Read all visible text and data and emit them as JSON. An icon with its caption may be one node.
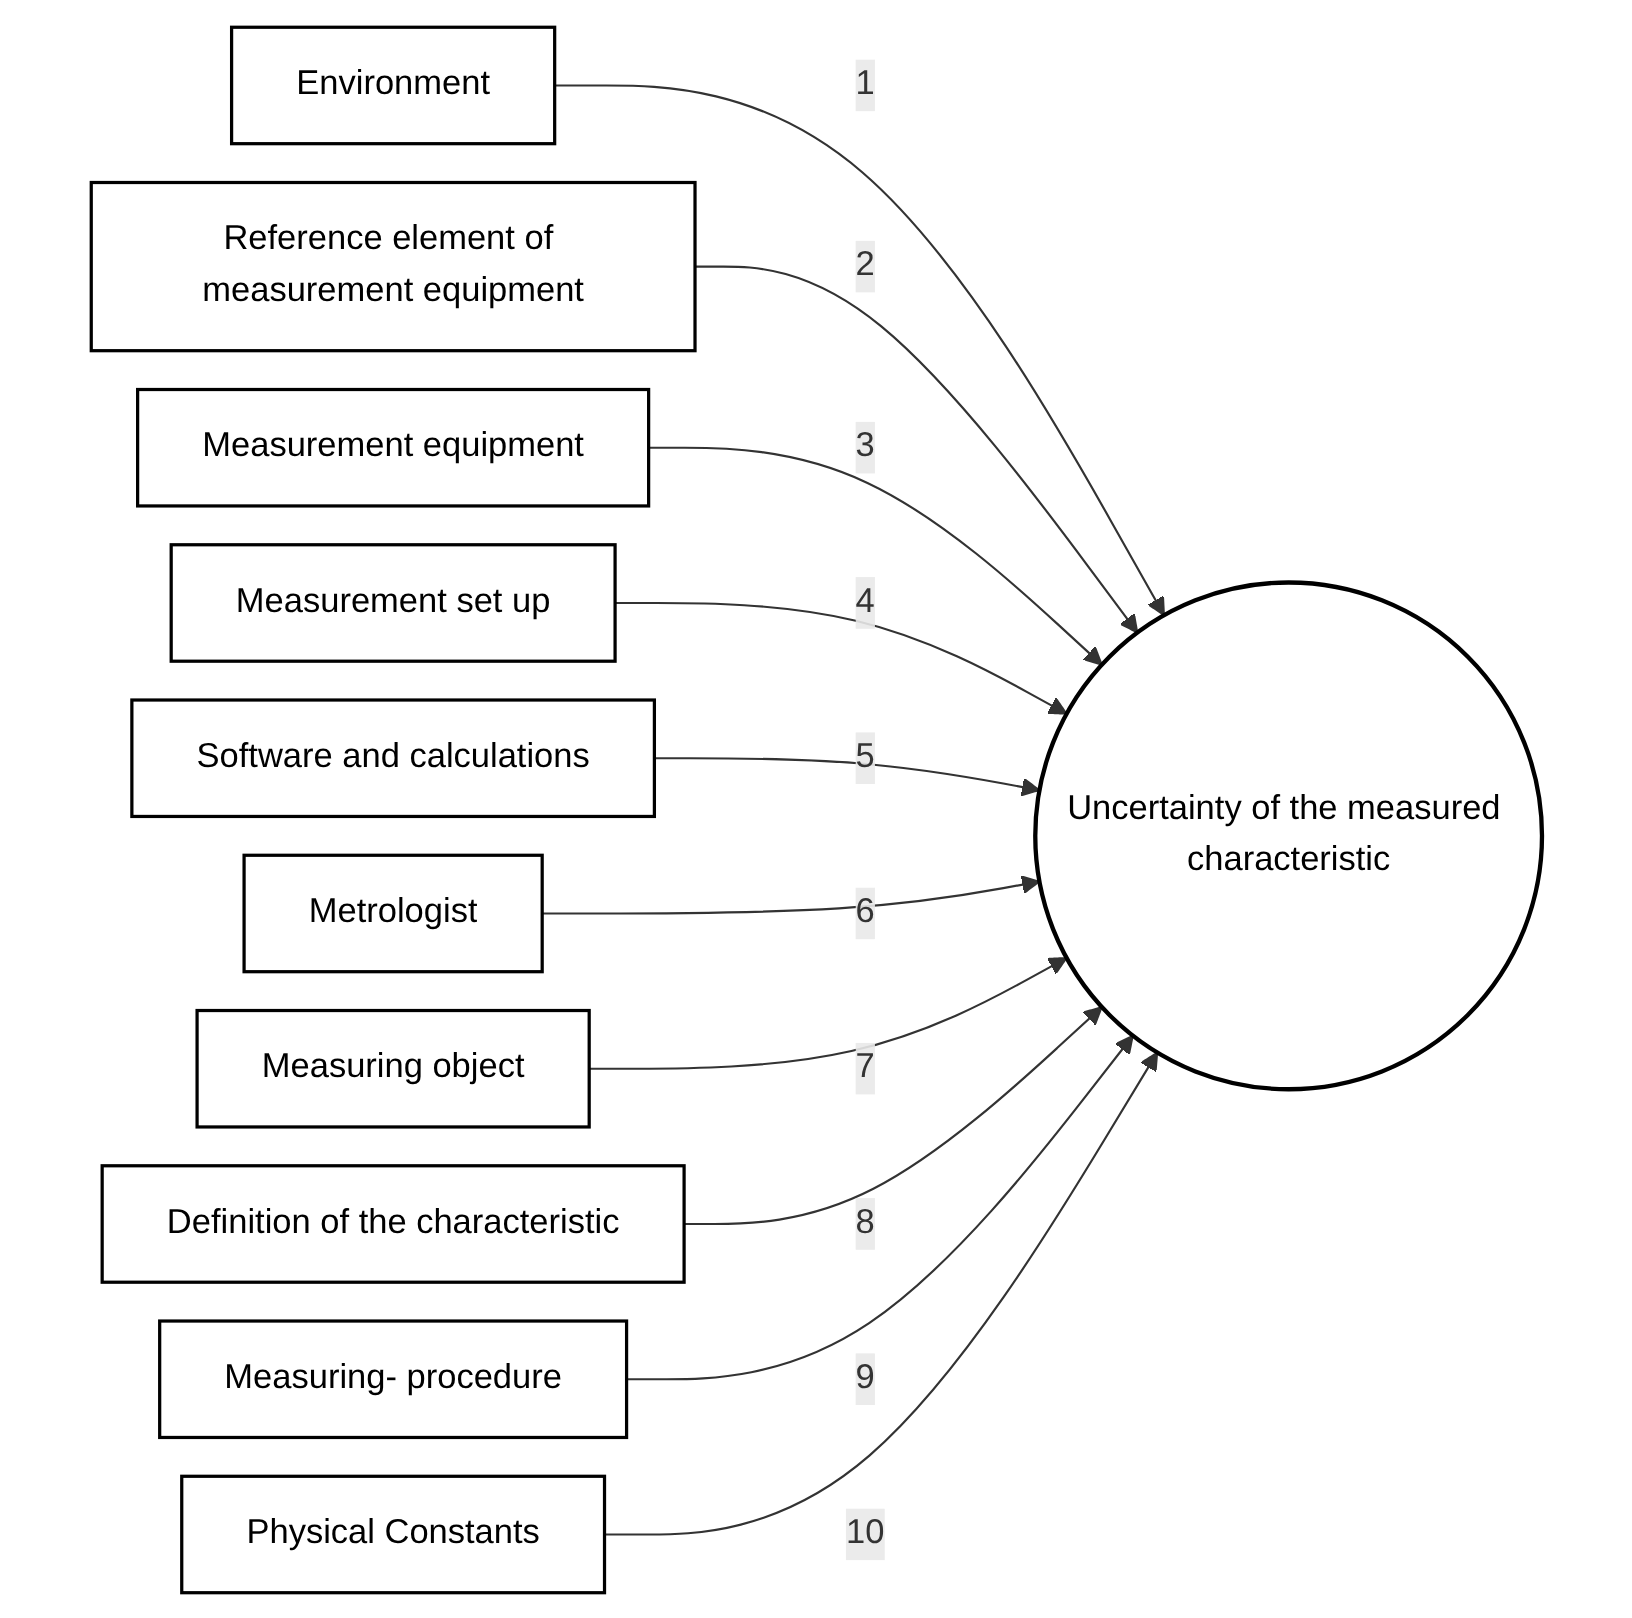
{
  "diagram": {
    "nodes": [
      {
        "text": [
          "Environment"
        ]
      },
      {
        "text": [
          "Reference element of measurement equipment"
        ]
      },
      {
        "text": [
          "Measurement equipment"
        ]
      },
      {
        "text": [
          "Measurement set up"
        ]
      },
      {
        "text": [
          "Software and calculations"
        ]
      },
      {
        "text": [
          "Metrologist"
        ]
      },
      {
        "text": [
          "Measuring object"
        ]
      },
      {
        "text": [
          "Definition of the characteristic"
        ]
      },
      {
        "text": [
          "Measuring- procedure"
        ]
      },
      {
        "text": [
          "Physical Constants"
        ]
      },
      {
        "text": [
          "Uncertainty of the measured characteristic"
        ]
      }
    ],
    "edges": [
      {
        "from": 0,
        "to": 10,
        "arrow": "to",
        "label": "1"
      },
      {
        "from": 1,
        "to": 10,
        "arrow": "to",
        "label": "2"
      },
      {
        "from": 2,
        "to": 10,
        "arrow": "to",
        "label": "3"
      },
      {
        "from": 3,
        "to": 10,
        "arrow": "to",
        "label": "4"
      },
      {
        "from": 4,
        "to": 10,
        "arrow": "to",
        "label": "5"
      },
      {
        "from": 5,
        "to": 10,
        "arrow": "to",
        "label": "6"
      },
      {
        "from": 6,
        "to": 10,
        "arrow": "to",
        "label": "7"
      },
      {
        "from": 7,
        "to": 10,
        "arrow": "to",
        "label": "8"
      },
      {
        "from": 8,
        "to": 10,
        "arrow": "to",
        "label": "9"
      },
      {
        "from": 9,
        "to": 10,
        "arrow": "to",
        "label": "10"
      }
    ]
  }
}
